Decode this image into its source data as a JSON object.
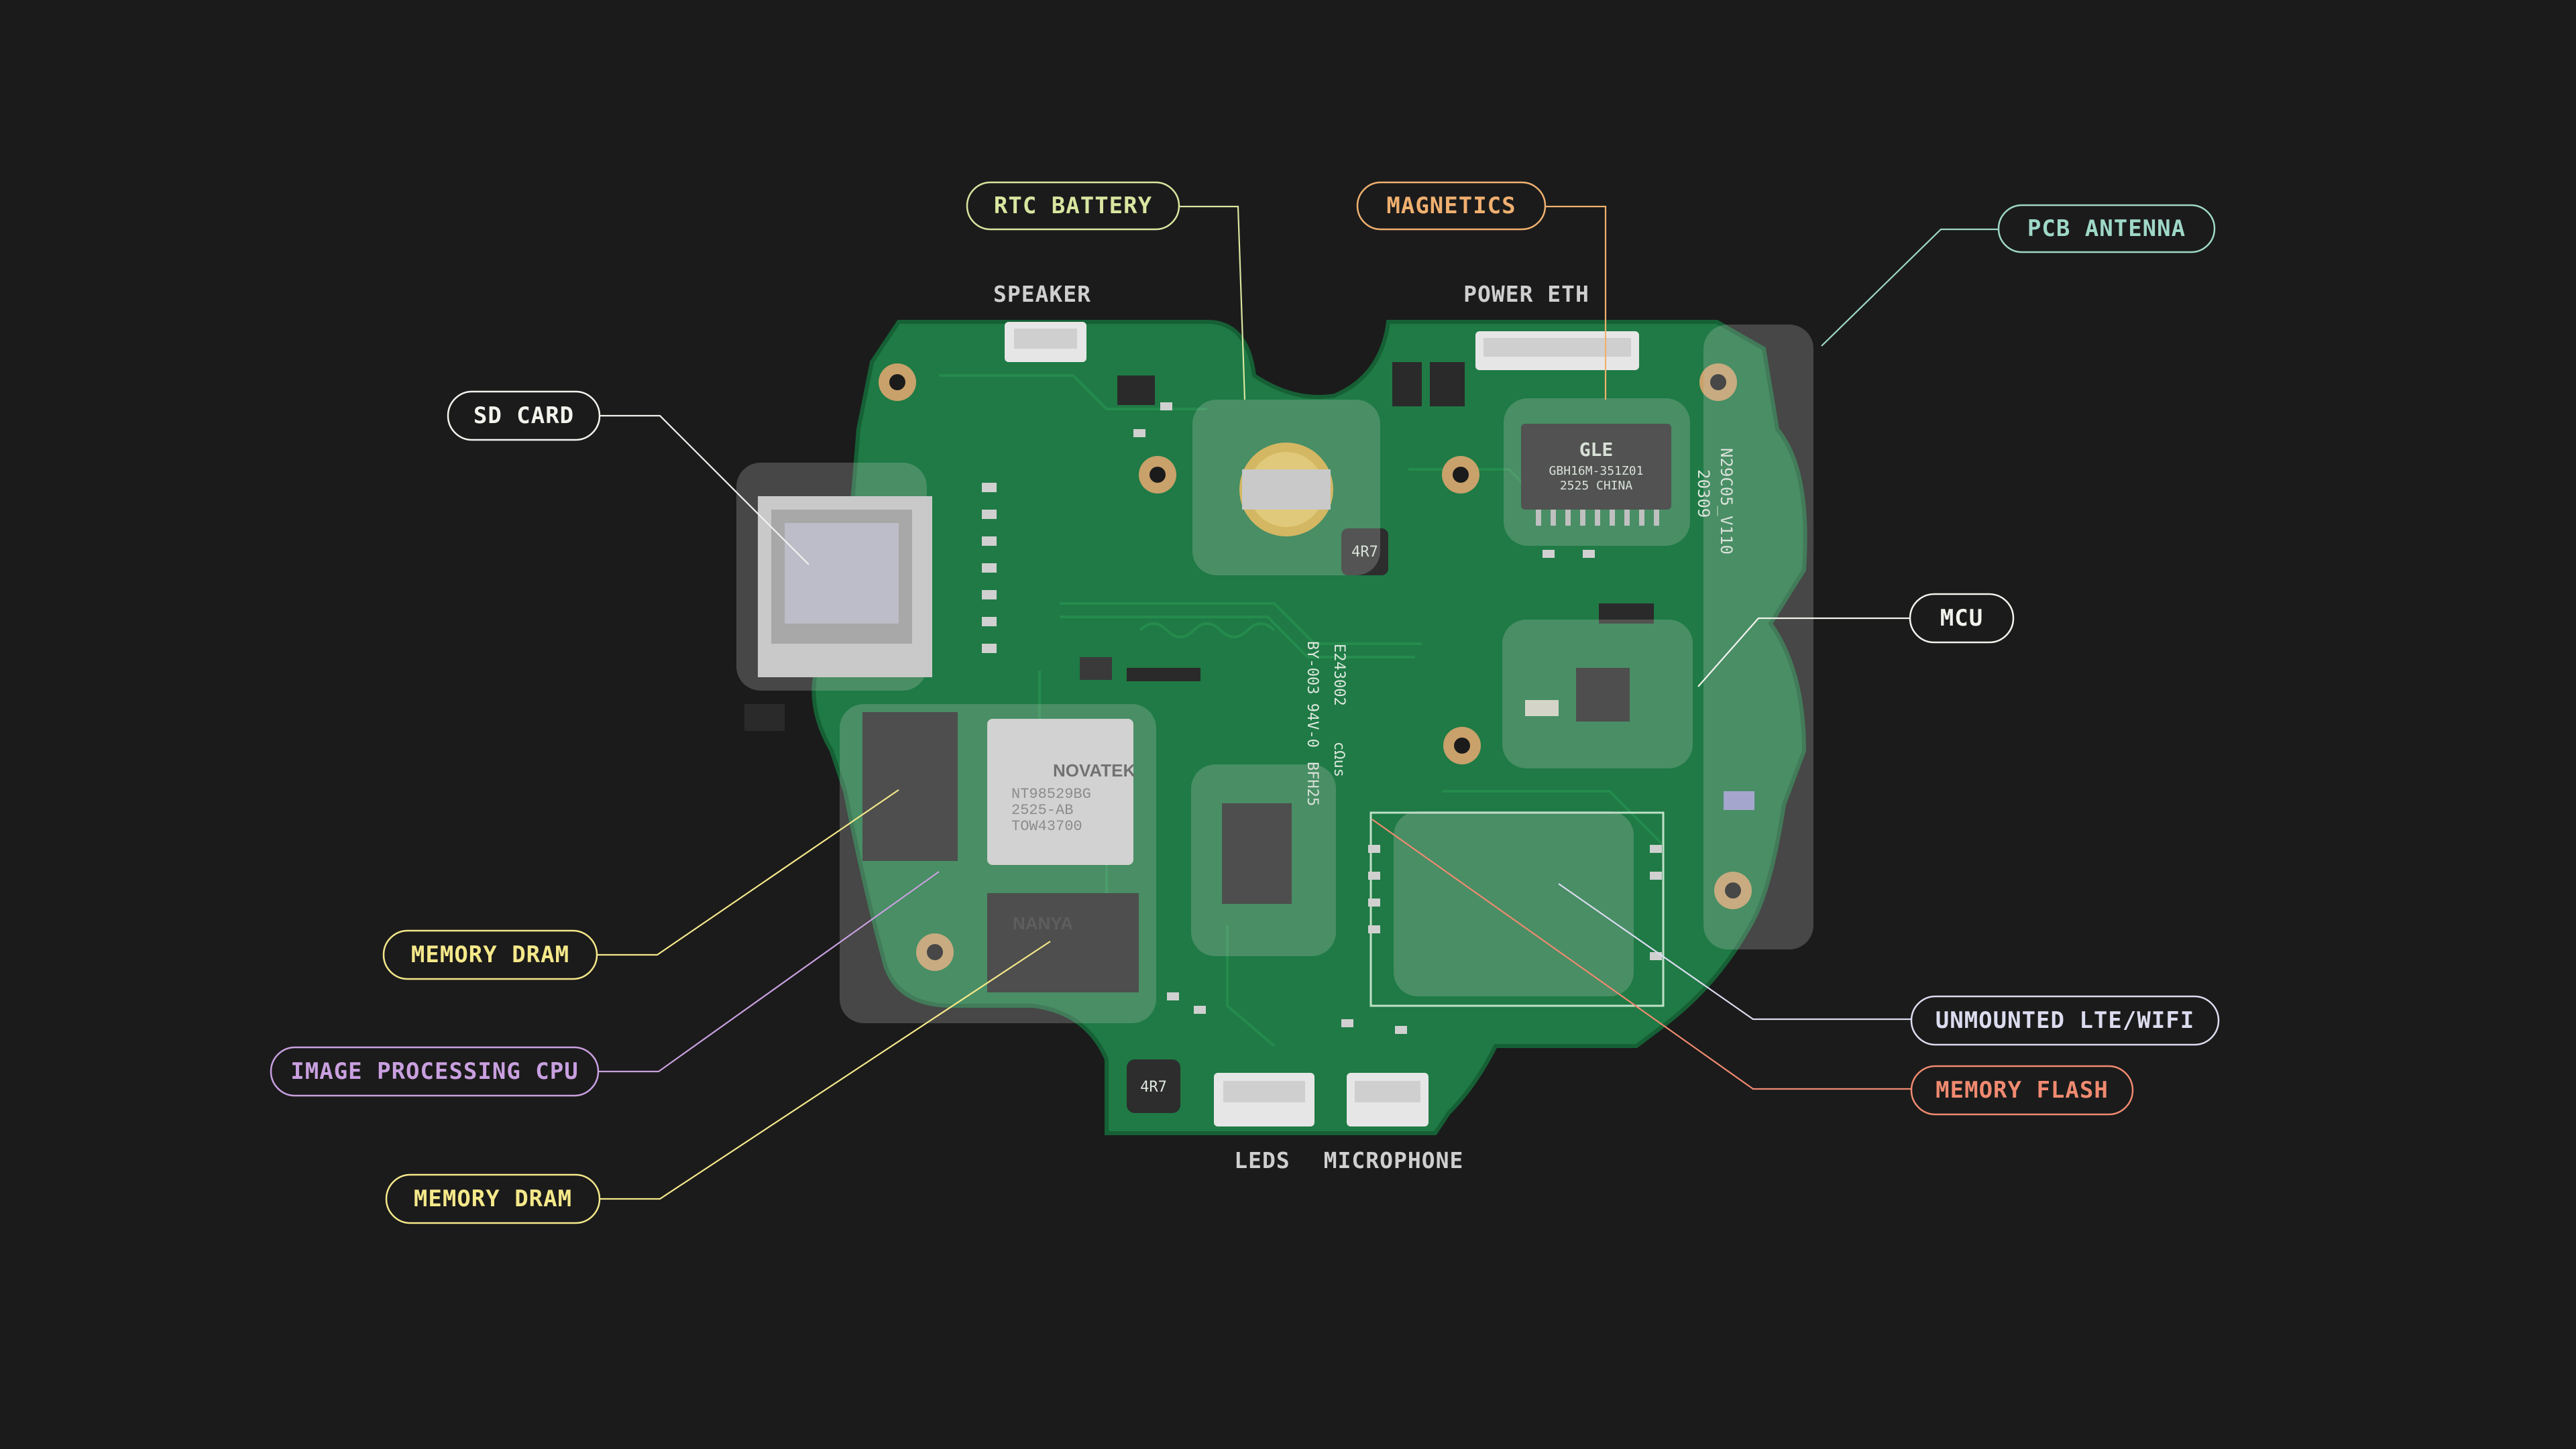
{
  "colors": {
    "background": "#1b1b1b",
    "board": "#1f7a45",
    "board_dark": "#17623a",
    "highlight": "#c8ccc8",
    "label_green": "#d8e6a0",
    "label_orange": "#f0b070",
    "label_teal": "#9fd8c8",
    "label_white": "#f3f3ee",
    "label_yellow": "#f5e88a",
    "label_purple": "#c9a0e0",
    "label_lavender": "#dcdcf0",
    "label_salmon": "#f08a70"
  },
  "callouts": {
    "rtc_battery": "RTC BATTERY",
    "magnetics": "MAGNETICS",
    "pcb_antenna": "PCB ANTENNA",
    "sd_card": "SD CARD",
    "mcu": "MCU",
    "memory_dram_1": "MEMORY DRAM",
    "image_processing_cpu": "IMAGE PROCESSING CPU",
    "memory_dram_2": "MEMORY DRAM",
    "unmounted_lte_wifi": "UNMOUNTED LTE/WIFI",
    "memory_flash": "MEMORY FLASH"
  },
  "connectors": {
    "speaker": "SPEAKER",
    "power_eth": "POWER ETH",
    "leds": "LEDS",
    "microphone": "MICROPHONE"
  },
  "chips": {
    "cpu_brand": "NOVATEK",
    "cpu_line1": "NT98529BG",
    "cpu_line2": "2525-AB",
    "cpu_line3": "TOW43700",
    "magnetics_brand": "GLE",
    "magnetics_line1": "GBH16M-351Z01",
    "magnetics_line2": "2525 CHINA",
    "dram_brand": "NANYA",
    "inductor_1": "4R7",
    "inductor_2": "4R7"
  },
  "silkscreen": {
    "board_id": "N29C05_V110",
    "board_date": "20309",
    "cert": "E243002",
    "part": "BY-003 94V-0",
    "code": "BFH25",
    "cru": "cΩus"
  }
}
